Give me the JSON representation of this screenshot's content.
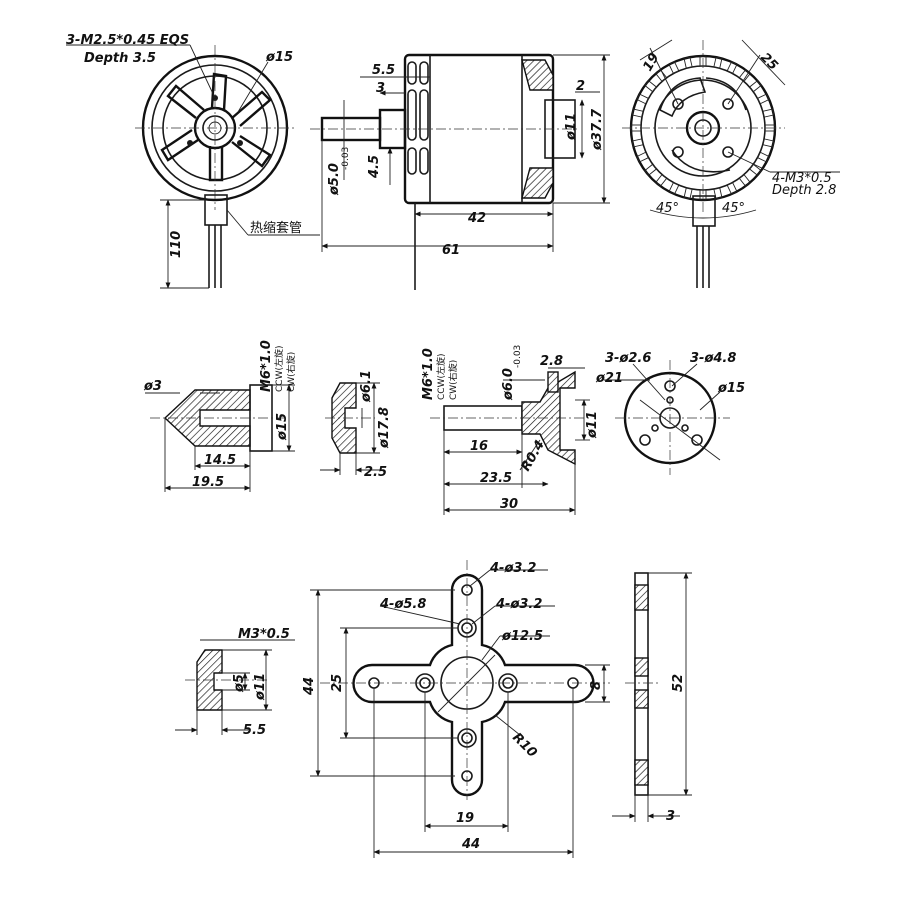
{
  "motor_top_view": {
    "screw_spec": "3-M2.5*0.45 EQS",
    "screw_depth": "Depth 3.5",
    "dia_15": "ø15",
    "lead_length": "110",
    "heat_shrink": "热缩套管"
  },
  "motor_side_view": {
    "dim_5_5": "5.5",
    "dim_3": "3",
    "dim_2": "2",
    "dia_11": "ø11",
    "dia_37_7": "ø37.7",
    "shaft": "ø5.0",
    "shaft_tol": "-0.03",
    "dim_4_5": "4.5",
    "len_42": "42",
    "len_61": "61"
  },
  "motor_bottom_view": {
    "dim_19": "19",
    "dim_25": "25",
    "mount_spec": "4-M3*0.5",
    "mount_depth": "Depth 2.8",
    "angle_left": "45°",
    "angle_right": "45°"
  },
  "prop_nut": {
    "thread": "M6*1.0",
    "ccw": "CCW(左旋)",
    "cw": "CW(右旋)",
    "dia_3": "ø3",
    "dia_15": "ø15",
    "len_14_5": "14.5",
    "len_19_5": "19.5"
  },
  "washer": {
    "dia_6_1": "ø6.1",
    "dia_17_8": "ø17.8",
    "thick_2_5": "2.5"
  },
  "prop_adapter": {
    "thread": "M6*1.0",
    "ccw": "CCW(左旋)",
    "cw": "CW(右旋)",
    "dia_6": "ø6.0",
    "dia_6_tol": "-0.03",
    "dim_2_8": "2.8",
    "dia_11": "ø11",
    "len_16": "16",
    "radius": "R0.4",
    "len_23_5": "23.5",
    "len_30": "30"
  },
  "adapter_front": {
    "holes_a": "3-ø2.6",
    "holes_b": "3-ø4.8",
    "dia_21": "ø21",
    "dia_15": "ø15"
  },
  "spacer": {
    "thread": "M3*0.5",
    "dia_5": "ø5",
    "dia_11": "ø11",
    "len_5_5": "5.5"
  },
  "x_mount": {
    "holes_3_2_top": "4-ø3.2",
    "holes_5_8": "4-ø5.8",
    "holes_3_2_mid": "4-ø3.2",
    "dia_12_5": "ø12.5",
    "dim_44_v": "44",
    "dim_25": "25",
    "dim_8": "8",
    "radius_10": "R10",
    "dim_19": "19",
    "dim_44_h": "44"
  },
  "x_mount_side": {
    "dim_52": "52",
    "dim_3": "3"
  }
}
